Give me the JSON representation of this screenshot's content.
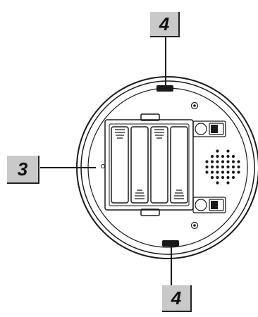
{
  "callouts": {
    "top": "4",
    "left": "3",
    "bottom": "4"
  },
  "colors": {
    "line": "#1a1a1a",
    "callout_fill": "#c9c9c9",
    "body_fill": "#ffffff"
  }
}
